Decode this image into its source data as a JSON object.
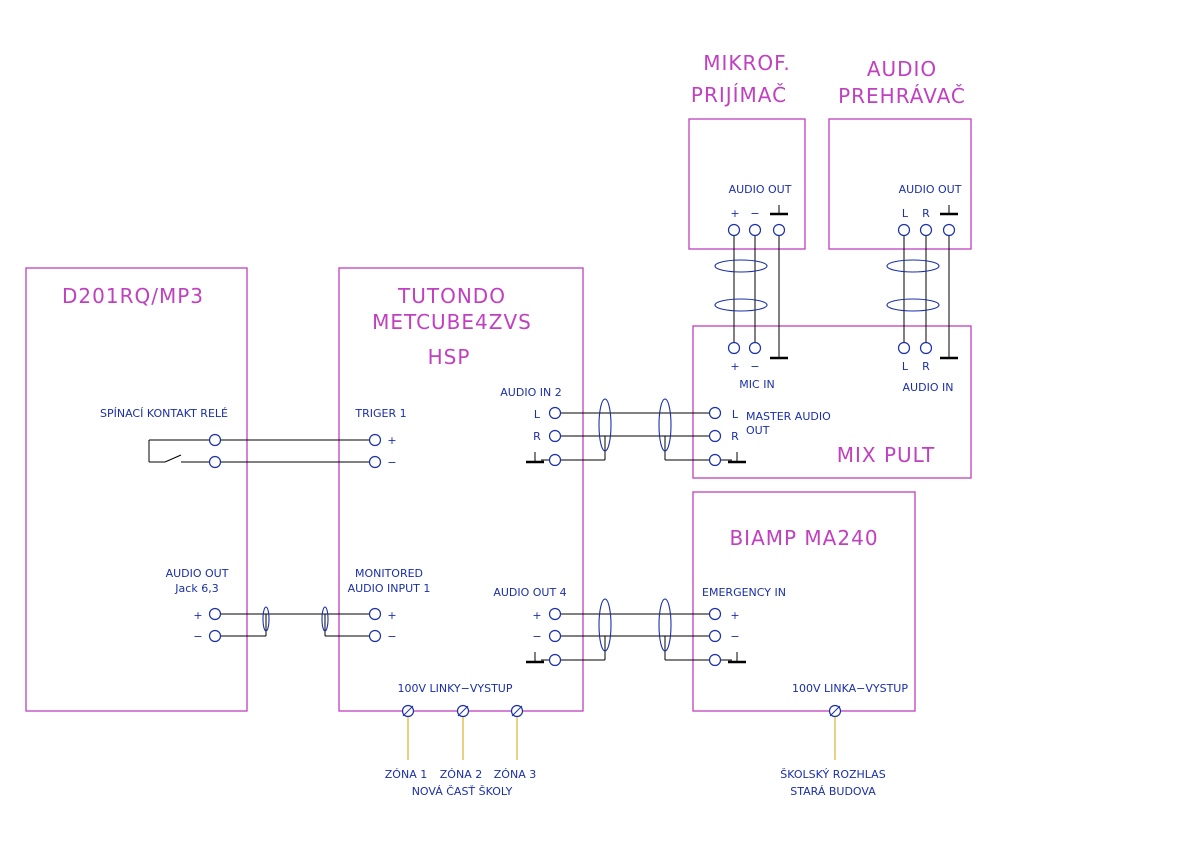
{
  "blocks": {
    "mikrof_line1": "MIKROF.",
    "mikrof_line2": "PRIJÍMAČ",
    "audio_line1": "AUDIO",
    "audio_line2": "PREHRÁVAČ",
    "d201": "D201RQ/MP3",
    "tutondo_line1": "TUTONDO",
    "tutondo_line2": "METCUBE4ZVS",
    "hsp": "HSP",
    "mix": "MIX PULT",
    "biamp": "BIAMP MA240"
  },
  "labels": {
    "mic_audio_out": "AUDIO OUT",
    "player_audio_out": "AUDIO OUT",
    "plus": "+",
    "minus": "−",
    "L": "L",
    "R": "R",
    "mic_in": "MIC IN",
    "audio_in": "AUDIO IN",
    "spinaci": "SPÍNACÍ KONTAKT RELÉ",
    "triger": "TRIGER 1",
    "audio_in_2": "AUDIO IN 2",
    "master_audio_1": "MASTER AUDIO",
    "master_audio_2": "OUT",
    "d201_audio_out": "AUDIO OUT",
    "jack": "Jack 6,3",
    "monitored": "MONITORED",
    "monitored_2": "AUDIO INPUT 1",
    "audio_out_4": "AUDIO OUT 4",
    "emergency": "EMERGENCY IN",
    "linky_vystup": "100V LINKY−VYSTUP",
    "linka_vystup": "100V LINKA−VYSTUP",
    "zona1": "ZÓNA 1",
    "zona2": "ZÓNA 2",
    "zona3": "ZÓNA 3",
    "nova_cast": "NOVÁ ČASŤ ŠKOLY",
    "skolsky": "ŠKOLSKÝ ROZHLAS",
    "stara": "STARÁ BUDOVA"
  },
  "colors": {
    "block_outline": "#c040c0",
    "terminal_label": "#1a2fa8",
    "wire": "#000000",
    "speaker_line": "#e0b030"
  }
}
